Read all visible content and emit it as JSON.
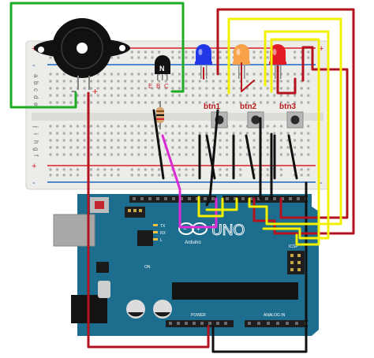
{
  "colors": {
    "background": "#ffffff",
    "breadboard": "#ecece8",
    "breadboard_hole": "#a9a9a9",
    "rail_red": "#d8202a",
    "rail_blue": "#1f64c4",
    "arduino_board": "#1d6e8e",
    "arduino_dark": "#154f68",
    "header": "#1e1e1e",
    "buzzer": "#111111",
    "transistor": "#121212",
    "led_blue": "#2238e8",
    "led_orange": "#f8a24a",
    "led_red": "#e21b25",
    "button_body": "#b6b6b6",
    "button_cap": "#2a2a2a",
    "wire_red": "#b4131e",
    "wire_yellow": "#f3f000",
    "wire_green": "#1dad24",
    "wire_black": "#111111",
    "wire_magenta": "#dd2bd6",
    "resistor": "#d5a873",
    "usb": "#a8a8a8"
  },
  "breadboard": {
    "row_letters_top": [
      "a",
      "b",
      "c",
      "d",
      "e"
    ],
    "row_letters_bottom": [
      "j",
      "i",
      "h",
      "g",
      "f"
    ],
    "rail_plus": "+",
    "rail_minus": "-"
  },
  "components": {
    "buzzer": {
      "icon": "buzzer-icon"
    },
    "transistor": {
      "label": "N",
      "pins": [
        "E",
        "B",
        "C"
      ]
    },
    "leds": [
      {
        "color_key": "led_blue",
        "icon": "led-icon"
      },
      {
        "color_key": "led_orange",
        "icon": "led-icon"
      },
      {
        "color_key": "led_red",
        "icon": "led-icon"
      }
    ],
    "buttons": [
      {
        "label": "btn1"
      },
      {
        "label": "btn2"
      },
      {
        "label": "btn3"
      }
    ],
    "resistor": {
      "icon": "resistor-icon"
    }
  },
  "arduino": {
    "logo_text": "UNO",
    "logo_sub": "Arduino",
    "labels": {
      "icsp": "ICSP",
      "tx": "TX",
      "rx": "RX",
      "l": "L",
      "on": "ON",
      "power": "POWER",
      "analog": "ANALOG IN"
    }
  }
}
